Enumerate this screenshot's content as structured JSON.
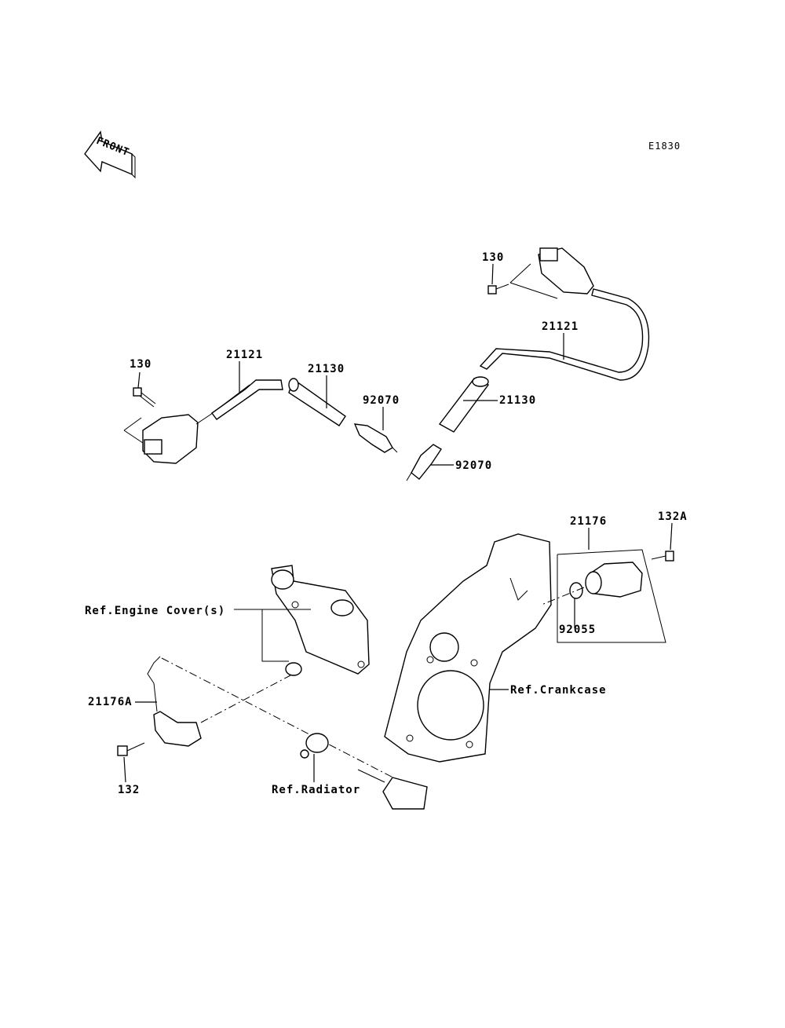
{
  "diagram_code": "E1830",
  "front_arrow_label": "FRONT",
  "labels": {
    "bolt_130_left": "130",
    "bolt_130_right": "130",
    "lead_21121_left": "21121",
    "lead_21121_right": "21121",
    "cap_21130_left": "21130",
    "cap_21130_right": "21130",
    "plug_92070_left": "92070",
    "plug_92070_right": "92070",
    "sensor_21176": "21176",
    "bolt_132A": "132A",
    "oring_92055": "92055",
    "sensor_21176A": "21176A",
    "bolt_132": "132",
    "ref_engine_cover": "Ref.Engine Cover(s)",
    "ref_crankcase": "Ref.Crankcase",
    "ref_radiator": "Ref.Radiator"
  }
}
